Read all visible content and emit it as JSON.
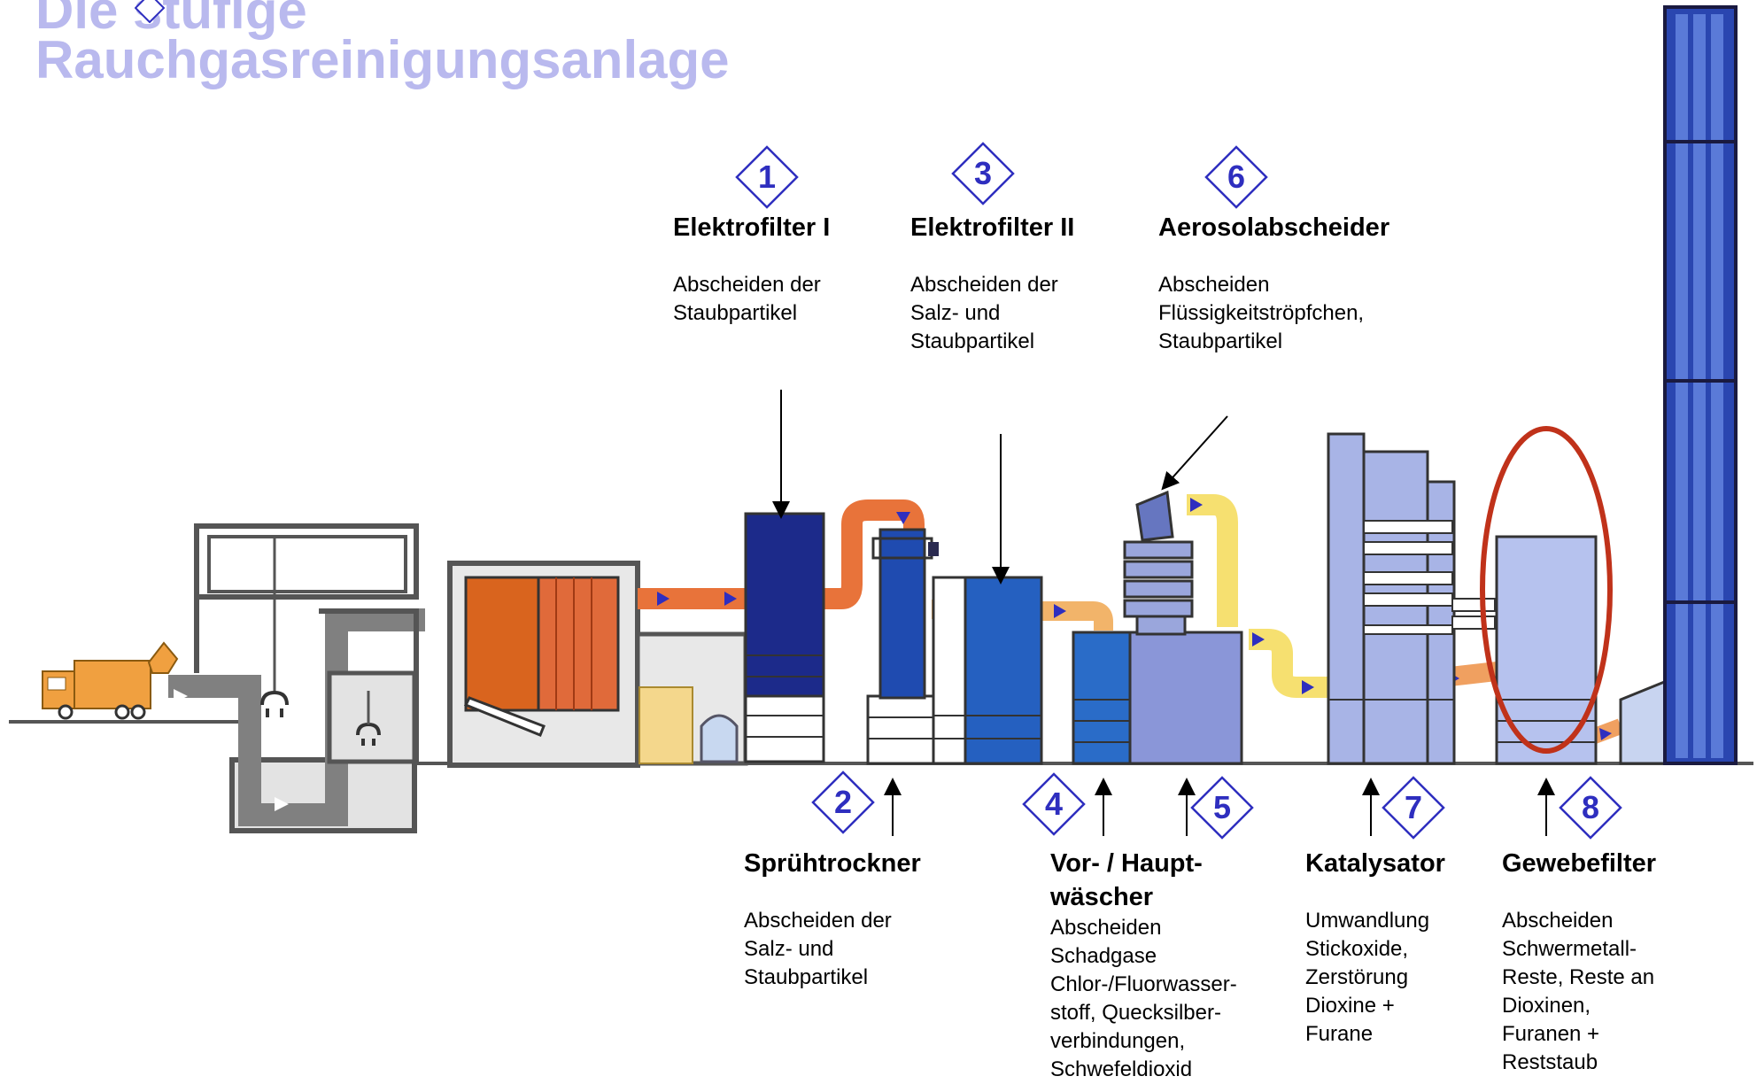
{
  "title": {
    "line1": "Die  stufige",
    "line2": "Rauchgasreinigungsanlage"
  },
  "colors": {
    "title": "#b9b9ee",
    "badge": "#2e2ebf",
    "highlight_ellipse": "#c0321a",
    "flue_hot": "#e8733a",
    "flue_cool": "#f2b46a",
    "flue_clean": "#f6e070"
  },
  "stages": [
    {
      "number": "1",
      "name": "Elektrofilter I",
      "desc": [
        "Abscheiden der",
        "Staubpartikel"
      ]
    },
    {
      "number": "2",
      "name": "Sprühtrockner",
      "desc": [
        "Abscheiden der",
        "Salz- und",
        "Staubpartikel"
      ]
    },
    {
      "number": "3",
      "name": "Elektrofilter II",
      "desc": [
        "Abscheiden der",
        "Salz- und",
        "Staubpartikel"
      ]
    },
    {
      "number": "4",
      "name": "Vor- /  Haupt-",
      "name2": "wäscher",
      "desc": [
        "Abscheiden",
        "Schadgase",
        "Chlor-/Fluorwasser-",
        "stoff, Quecksilber-",
        "verbindungen,",
        "Schwefeldioxid"
      ]
    },
    {
      "number": "5"
    },
    {
      "number": "6",
      "name": "Aerosolabscheider",
      "desc": [
        "Abscheiden",
        "Flüssigkeitströpfchen,",
        "Staubpartikel"
      ]
    },
    {
      "number": "7",
      "name": "Katalysator",
      "desc": [
        "Umwandlung",
        "Stickoxide,",
        "Zerstörung",
        "Dioxine +",
        "Furane"
      ]
    },
    {
      "number": "8",
      "name": "Gewebefilter",
      "desc": [
        "Abscheiden",
        "Schwermetall-",
        "Reste, Reste an",
        "Dioxinen,",
        "Furanen +",
        "Reststaub"
      ]
    }
  ]
}
